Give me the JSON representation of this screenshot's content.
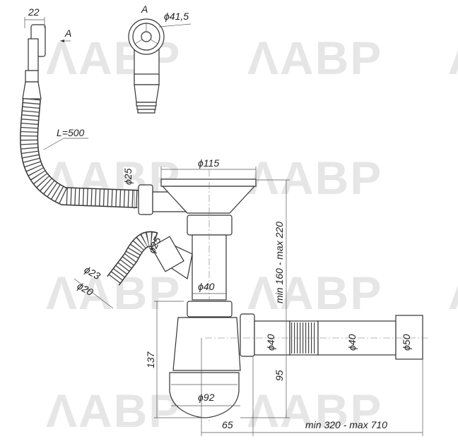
{
  "watermark": "ΛABP",
  "view_label": "A",
  "section_marker": "A",
  "dimensions": {
    "overflow_width": "22",
    "overflow_diameter": "ϕ41,5",
    "hose_length": "L=500",
    "overflow_pipe_diameter": "ϕ25",
    "strainer_diameter": "ϕ115",
    "side_inlet_diameter": "ϕ25",
    "side_hose_outer": "ϕ23",
    "side_hose_inner": "ϕ20",
    "tail_pipe_diameter": "ϕ40",
    "height_range": "min 160 - max 220",
    "trap_height": "137",
    "bottom_cap_diameter": "ϕ92",
    "outlet_height": "95",
    "outlet_nut_diameter": "ϕ40",
    "outlet_pipe_diameter": "ϕ40",
    "outlet_end_diameter": "ϕ50",
    "outlet_offset": "65",
    "outlet_length_range": "min 320 - max 710"
  }
}
